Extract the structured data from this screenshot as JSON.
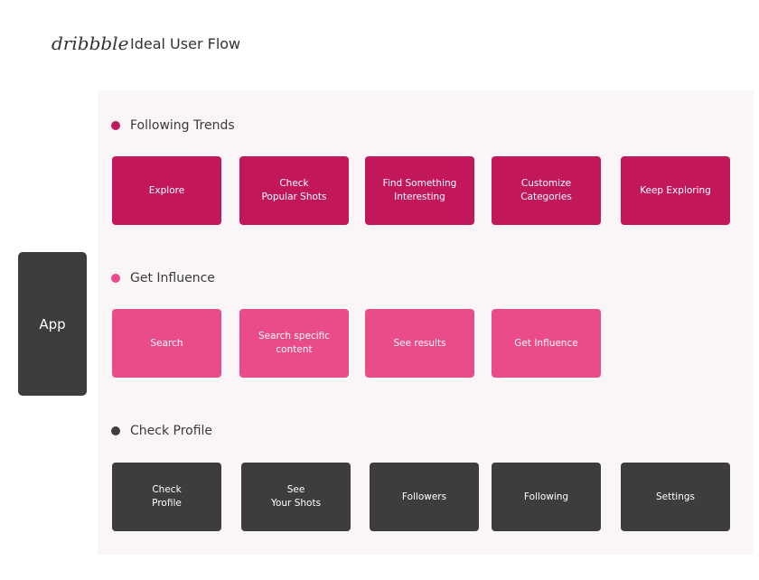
{
  "header": {
    "brand": "dribbble",
    "title": "Ideal User Flow"
  },
  "app": {
    "label": "App"
  },
  "sections": {
    "trends": {
      "label": "Following Trends",
      "items": [
        "Explore",
        "Check\nPopular Shots",
        "Find Something\nInteresting",
        "Customize\nCategories",
        "Keep Exploring"
      ]
    },
    "influence": {
      "label": "Get Influence",
      "items": [
        "Search",
        "Search specific\ncontent",
        "See results",
        "Get Influence"
      ]
    },
    "profile": {
      "label": "Check Profile",
      "items": [
        "Check\nProfile",
        "See\nYour Shots",
        "Followers",
        "Following",
        "Settings"
      ]
    }
  },
  "colors": {
    "trends": "#c2185b",
    "influence": "#ea4c89",
    "profile": "#3d3d3d"
  }
}
